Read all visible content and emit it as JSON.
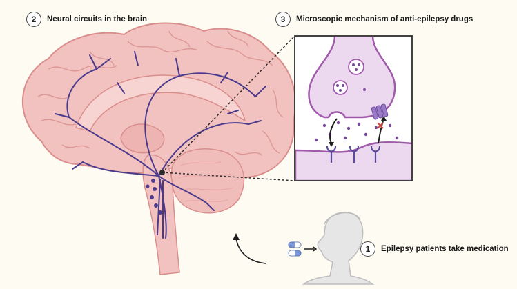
{
  "steps": [
    {
      "number": "2",
      "label": "Neural circuits in the brain"
    },
    {
      "number": "3",
      "label": "Microscopic mechanism of anti-epilepsy drugs"
    },
    {
      "number": "1",
      "label": "Epilepsy patients take medication"
    }
  ],
  "colors": {
    "background": "#fdfbf2",
    "brain": "#f2c2c0",
    "brain_outline": "#d98e8c",
    "neuron_pathway": "#4b3a8c",
    "synapse_fill": "#ecd9ef",
    "synapse_outline": "#a05aaa",
    "vesicle": "#7a4a9a",
    "receptor": "#5b4a9e",
    "transporter": "#9a7ac9",
    "block_mark": "#d0453c",
    "person_skin": "#e6e6e6"
  },
  "icons": [
    "pill-icon",
    "arrow-icon",
    "person-head-icon",
    "block-x-icon"
  ]
}
